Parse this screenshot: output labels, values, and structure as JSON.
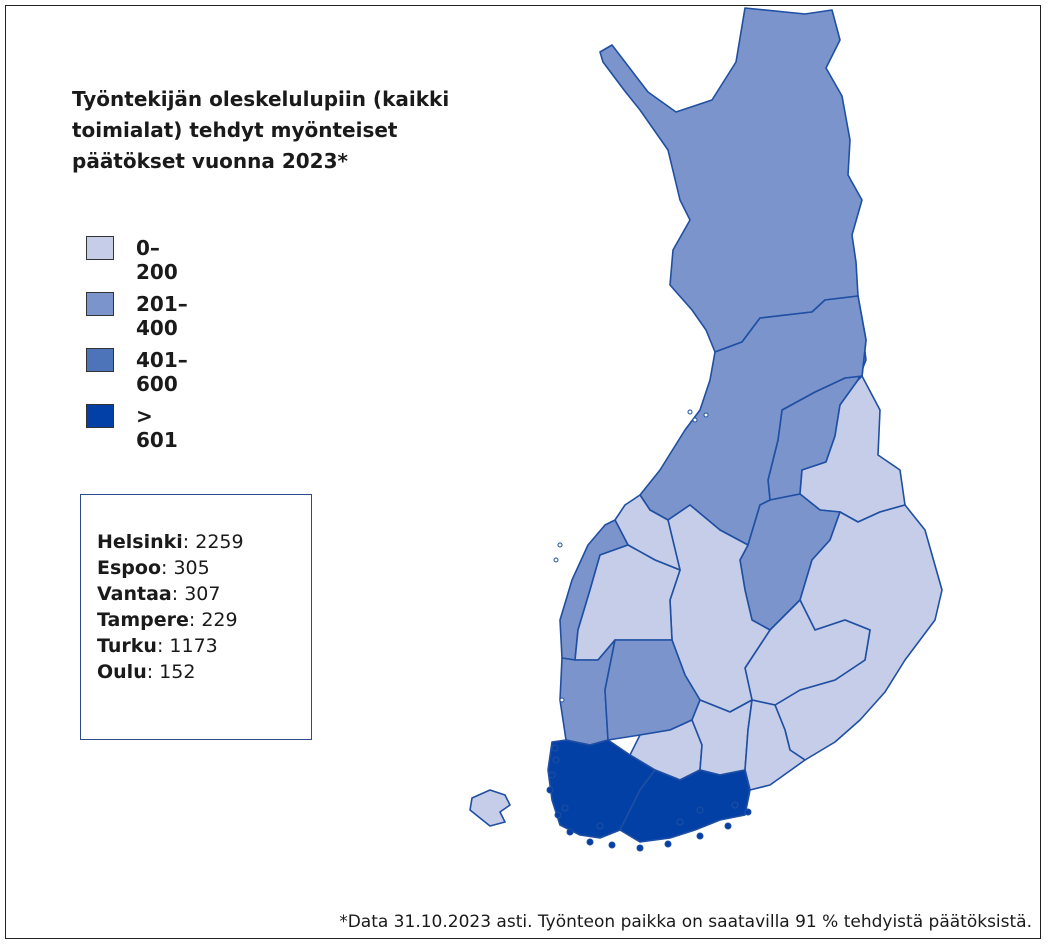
{
  "title": "Työntekijän oleskelulupiin (kaikki toimialat) tehdyt myönteiset päätökset vuonna 2023*",
  "legend": [
    {
      "label": "0–200",
      "color": "#c5cde8"
    },
    {
      "label": "201–400",
      "color": "#7b95cc"
    },
    {
      "label": "401–600",
      "color": "#4d73b8"
    },
    {
      "label": "> 601",
      "color": "#0340a5"
    }
  ],
  "cities": [
    {
      "name": "Helsinki",
      "value": "2259"
    },
    {
      "name": "Espoo",
      "value": "305"
    },
    {
      "name": "Vantaa",
      "value": "307"
    },
    {
      "name": "Tampere",
      "value": "229"
    },
    {
      "name": "Turku",
      "value": "1173"
    },
    {
      "name": "Oulu",
      "value": "152"
    }
  ],
  "footnote": "*Data 31.10.2023 asti. Työnteon paikka on saatavilla 91 % tehdyistä päätöksistä.",
  "map": {
    "regions": [
      {
        "name": "Lappi",
        "category": "201–400"
      },
      {
        "name": "Kainuu",
        "category": "201–400"
      },
      {
        "name": "Pohjois-Pohjanmaa",
        "category": "201–400"
      },
      {
        "name": "Pohjanmaa",
        "category": "201–400"
      },
      {
        "name": "Satakunta",
        "category": "201–400"
      },
      {
        "name": "Pirkanmaa",
        "category": "201–400"
      },
      {
        "name": "Pohjois-Savo",
        "category": "201–400"
      },
      {
        "name": "Uusimaa",
        "category": "> 601"
      },
      {
        "name": "Varsinais-Suomi",
        "category": "> 601"
      },
      {
        "name": "Pohjois-Karjala",
        "category": "0–200"
      },
      {
        "name": "Keski-Suomi",
        "category": "0–200"
      },
      {
        "name": "Etelä-Pohjanmaa",
        "category": "0–200"
      },
      {
        "name": "Keski-Pohjanmaa",
        "category": "0–200"
      },
      {
        "name": "Etelä-Savo",
        "category": "0–200"
      },
      {
        "name": "Kanta-Häme",
        "category": "0–200"
      },
      {
        "name": "Päijät-Häme",
        "category": "0–200"
      },
      {
        "name": "Kymenlaakso",
        "category": "0–200"
      },
      {
        "name": "Etelä-Karjala",
        "category": "0–200"
      },
      {
        "name": "Ahvenanmaa",
        "category": "0–200"
      }
    ]
  }
}
